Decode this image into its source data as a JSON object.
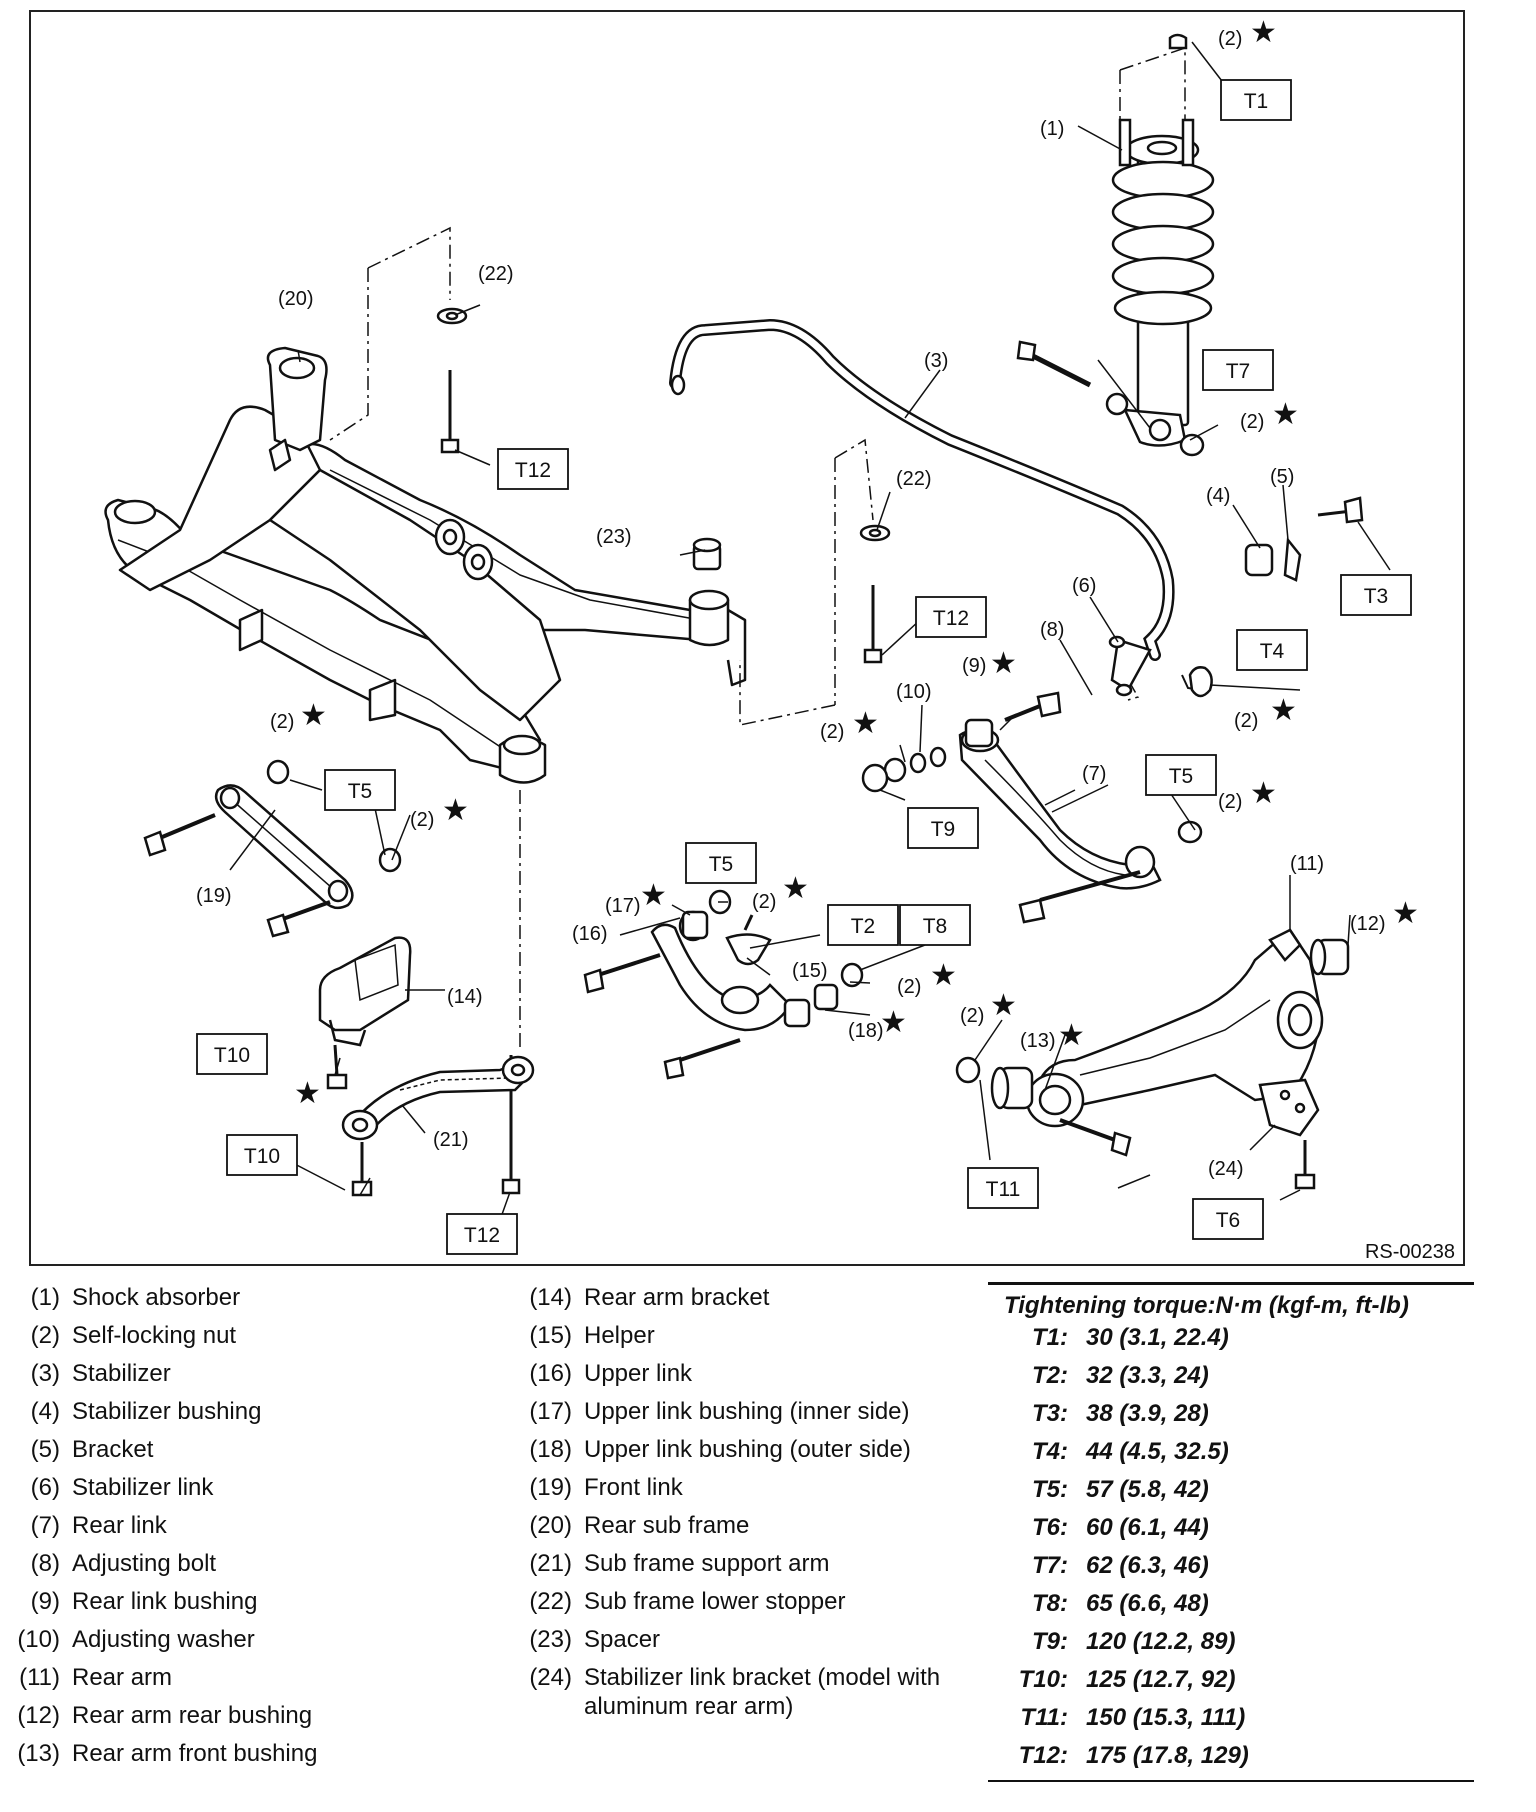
{
  "diagram": {
    "reference_code": "RS-00238",
    "callouts": [
      "(1)",
      "(2)",
      "(2)",
      "(2)",
      "(2)",
      "(2)",
      "(2)",
      "(2)",
      "(2)",
      "(2)",
      "(2)",
      "(3)",
      "(4)",
      "(5)",
      "(6)",
      "(7)",
      "(8)",
      "(9)",
      "(10)",
      "(11)",
      "(12)",
      "(13)",
      "(14)",
      "(15)",
      "(16)",
      "(17)",
      "(18)",
      "(19)",
      "(20)",
      "(21)",
      "(22)",
      "(22)",
      "(23)",
      "(24)"
    ],
    "torque_boxes": [
      "T1",
      "T2",
      "T3",
      "T4",
      "T5",
      "T5",
      "T5",
      "T5",
      "T6",
      "T7",
      "T8",
      "T9",
      "T10",
      "T10",
      "T11",
      "T12",
      "T12",
      "T12"
    ]
  },
  "parts": [
    {
      "num": "(1)",
      "name": "Shock absorber"
    },
    {
      "num": "(2)",
      "name": "Self-locking nut"
    },
    {
      "num": "(3)",
      "name": "Stabilizer"
    },
    {
      "num": "(4)",
      "name": "Stabilizer bushing"
    },
    {
      "num": "(5)",
      "name": "Bracket"
    },
    {
      "num": "(6)",
      "name": "Stabilizer link"
    },
    {
      "num": "(7)",
      "name": "Rear link"
    },
    {
      "num": "(8)",
      "name": "Adjusting bolt"
    },
    {
      "num": "(9)",
      "name": "Rear link bushing"
    },
    {
      "num": "(10)",
      "name": "Adjusting washer"
    },
    {
      "num": "(11)",
      "name": "Rear arm"
    },
    {
      "num": "(12)",
      "name": "Rear arm rear bushing"
    },
    {
      "num": "(13)",
      "name": "Rear arm front bushing"
    },
    {
      "num": "(14)",
      "name": "Rear arm bracket"
    },
    {
      "num": "(15)",
      "name": "Helper"
    },
    {
      "num": "(16)",
      "name": "Upper link"
    },
    {
      "num": "(17)",
      "name": "Upper link bushing (inner side)"
    },
    {
      "num": "(18)",
      "name": "Upper link bushing (outer side)"
    },
    {
      "num": "(19)",
      "name": "Front link"
    },
    {
      "num": "(20)",
      "name": "Rear sub frame"
    },
    {
      "num": "(21)",
      "name": "Sub frame support arm"
    },
    {
      "num": "(22)",
      "name": "Sub frame lower stopper"
    },
    {
      "num": "(23)",
      "name": "Spacer"
    },
    {
      "num": "(24)",
      "name": "Stabilizer link bracket (model with aluminum rear arm)"
    }
  ],
  "torque": {
    "title": "Tightening torque:N·m (kgf-m, ft-lb)",
    "rows": [
      {
        "code": "T1:",
        "value": "30 (3.1, 22.4)"
      },
      {
        "code": "T2:",
        "value": "32 (3.3, 24)"
      },
      {
        "code": "T3:",
        "value": "38 (3.9, 28)"
      },
      {
        "code": "T4:",
        "value": "44 (4.5, 32.5)"
      },
      {
        "code": "T5:",
        "value": "57 (5.8, 42)"
      },
      {
        "code": "T6:",
        "value": "60 (6.1, 44)"
      },
      {
        "code": "T7:",
        "value": "62 (6.3, 46)"
      },
      {
        "code": "T8:",
        "value": "65 (6.6, 48)"
      },
      {
        "code": "T9:",
        "value": "120 (12.2, 89)"
      },
      {
        "code": "T10:",
        "value": "125 (12.7, 92)"
      },
      {
        "code": "T11:",
        "value": "150 (15.3, 111)"
      },
      {
        "code": "T12:",
        "value": "175 (17.8, 129)"
      }
    ]
  }
}
